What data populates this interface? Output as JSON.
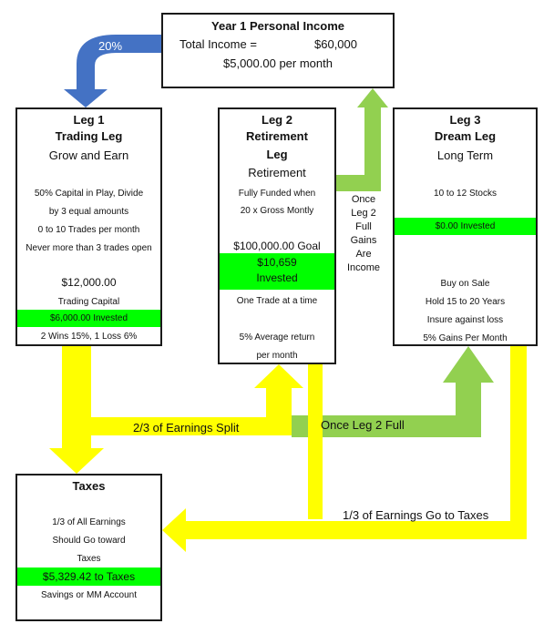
{
  "income": {
    "title": "Year 1  Personal Income",
    "total_label": "Total Income =",
    "total_value": "$60,000",
    "monthly": "$5,000.00 per month"
  },
  "arrow_labels": {
    "percent": "20%",
    "once_leg2": [
      "Once",
      "Leg 2",
      "Full",
      "Gains",
      "Are",
      "Income"
    ],
    "split": "2/3 of Earnings Split",
    "once_leg2_full": "Once Leg 2 Full",
    "taxes_third": "1/3 of Earnings Go to Taxes"
  },
  "leg1": {
    "title": "Leg 1",
    "subtitle": "Trading Leg",
    "tagline": "Grow and Earn",
    "rules": [
      "50% Capital in Play, Divide",
      "by 3 equal amounts",
      "0 to 10 Trades per month",
      "Never more than 3 trades open"
    ],
    "capital": "$12,000.00",
    "capital_label": "Trading Capital",
    "invested": "$6,000.00 Invested",
    "note": "2 Wins 15%, 1 Loss 6%"
  },
  "leg2": {
    "title": "Leg 2",
    "subtitle_1": "Retirement",
    "subtitle_2": "Leg",
    "tagline": "Retirement",
    "rules": [
      "Fully Funded when",
      "20 x Gross Montly"
    ],
    "goal": "$100,000.00 Goal",
    "invested_1": "$10,659",
    "invested_2": "Invested",
    "note": "One Trade at a time",
    "return_1": "5% Average return",
    "return_2": "per month"
  },
  "leg3": {
    "title": "Leg 3",
    "subtitle": "Dream Leg",
    "tagline": "Long Term",
    "stocks": "10 to 12 Stocks",
    "invested": "$0.00 Invested",
    "rules": [
      "Buy on Sale",
      "Hold 15 to 20 Years",
      "Insure against loss",
      "5% Gains Per Month"
    ]
  },
  "taxes": {
    "title": "Taxes",
    "rules": [
      "1/3 of All Earnings",
      "Should Go toward",
      "Taxes"
    ],
    "amount": "$5,329.42 to Taxes",
    "note": "Savings or MM Account"
  },
  "colors": {
    "yellow": "#ffff00",
    "green_arrow": "#92d050",
    "blue_arrow": "#4472c4",
    "highlight": "#00ff00"
  }
}
